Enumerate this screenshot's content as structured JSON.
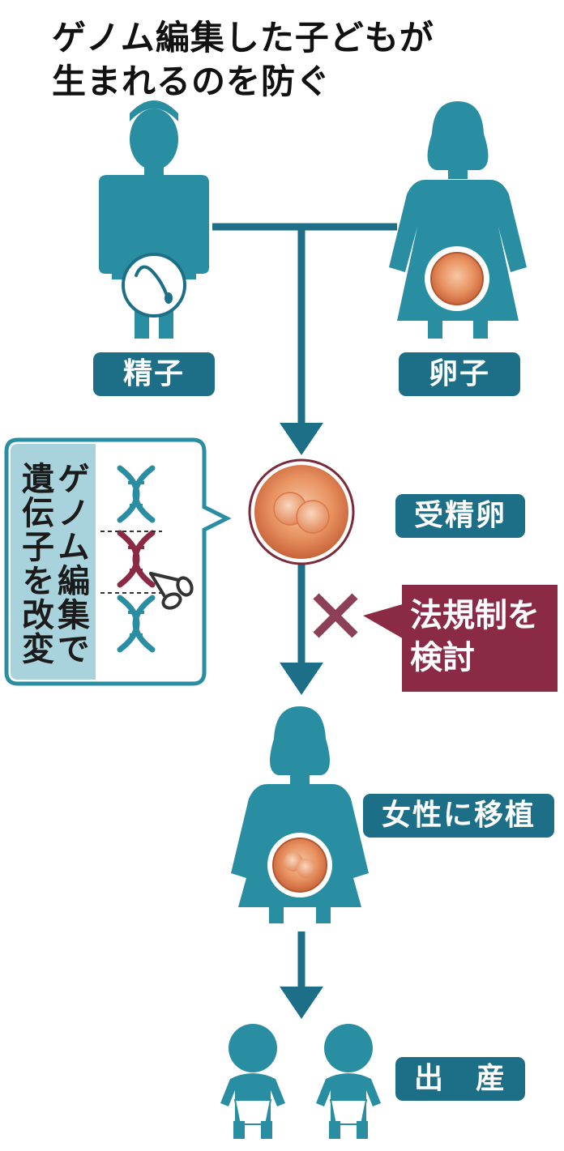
{
  "title": {
    "line1": "ゲノム編集した子どもが",
    "line2": "生まれるのを防ぐ"
  },
  "labels": {
    "sperm": "精子",
    "egg": "卵子",
    "fertilized_egg": "受精卵",
    "transplant": "女性に移植",
    "birth": "出　産"
  },
  "callout": {
    "line1": "ゲノム編集で",
    "line2": "遺伝子を改変"
  },
  "law": {
    "line1": "法規制を",
    "line2": "検討"
  },
  "icons": [
    "man-icon",
    "woman-icon",
    "sperm-icon",
    "egg-icon",
    "fertilized-egg-icon",
    "dna-icon",
    "scissors-icon",
    "cross-icon",
    "pregnant-woman-icon",
    "baby-icon"
  ],
  "colors": {
    "teal": "#2a8ea3",
    "dark_teal": "#1d6f87",
    "light_teal": "#a8d2dc",
    "maroon": "#8b2a45",
    "egg_orange": "#e8915f",
    "text": "#111111"
  }
}
